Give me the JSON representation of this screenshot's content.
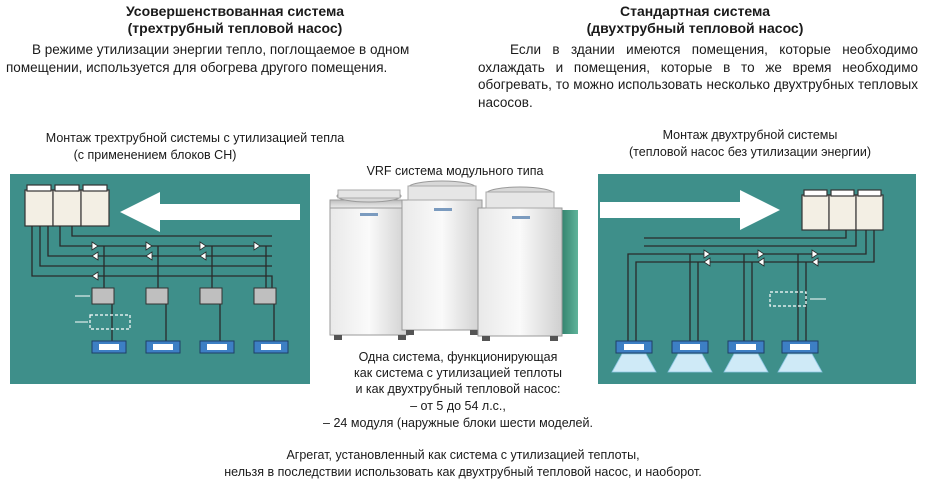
{
  "left_header": {
    "title": "Усовершенствованная система",
    "subtitle": "(трехтрубный тепловой насос)",
    "text": "В режиме утилизации энергии тепло, поглощаемое в одном помещении, используется для обогрева другого помещения."
  },
  "right_header": {
    "title": "Стандартная система",
    "subtitle": "(двухтрубный тепловой насос)",
    "text": "Если в здании имеются помещения, которые необходимо охлаждать и помещения, которые в то же время необходимо обогревать, то можно использовать несколько двухтрубных тепловых насосов."
  },
  "left_caption": {
    "line1": "Монтаж трехтрубной системы с утилизацией тепла",
    "line2": "(с применением блоков CH)"
  },
  "right_caption": {
    "line1": "Монтаж двухтрубной системы",
    "line2": "(тепловой насос без утилизации энергии)"
  },
  "center": {
    "label": "VRF система модульного типа",
    "desc1": "Одна система, функционирующая",
    "desc2": "как система с утилизацией теплоты",
    "desc3": "и как двухтрубный тепловой насос:",
    "bullet1": "– от 5 до 54 л.с.,",
    "bullet2": "– 24 модуля (наружные блоки шести моделей."
  },
  "footer": {
    "line1": "Агрегат, установленный как система с утилизацией теплоты,",
    "line2": "нельзя в последствии использовать как двухтрубный тепловой насос, и наоборот."
  },
  "colors": {
    "panel": "#3e8f8a",
    "pipe": "#2a2a2a",
    "indoor": "#3d7fc4"
  }
}
